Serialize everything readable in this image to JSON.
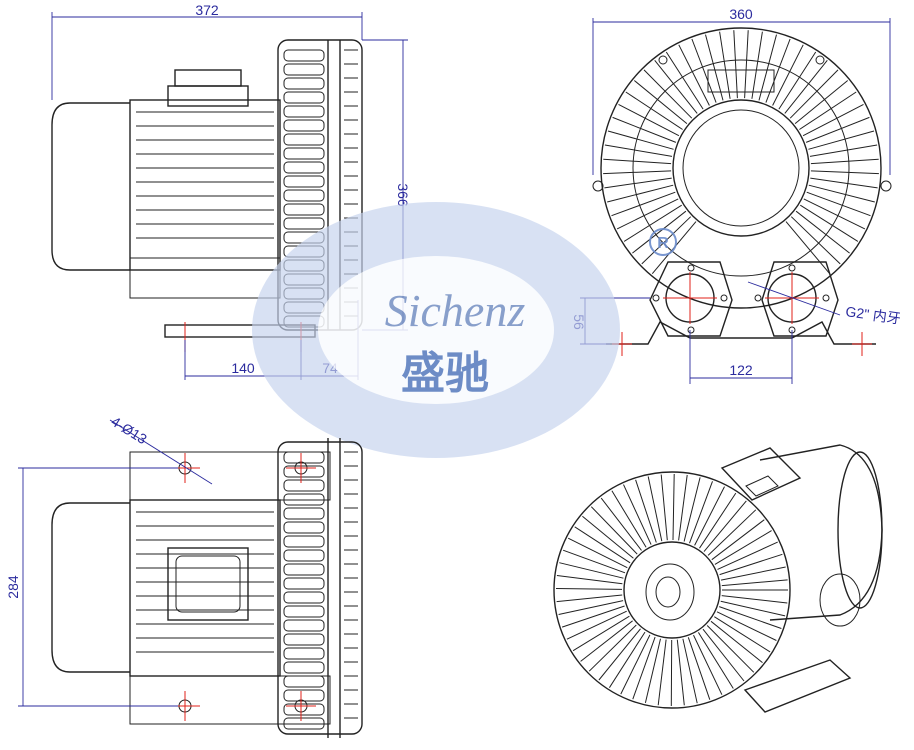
{
  "dimensions": {
    "side_width": "372",
    "side_height": "366",
    "base_offset_a": "140",
    "base_offset_b": "74",
    "front_width": "360",
    "outlet_height": "56",
    "port_spacing": "122",
    "port_thread": "G2\" 内牙",
    "hole_spec": "4-Ø13",
    "mount_span": "284"
  },
  "watermark": {
    "brand_latin": "Sichenz",
    "brand_cjk": "盛驰",
    "registered_mark": "R"
  },
  "colors": {
    "dimension": "#2b2b9e",
    "centerline": "#e0201a",
    "outline": "#222222",
    "watermark": "#9db3df"
  }
}
